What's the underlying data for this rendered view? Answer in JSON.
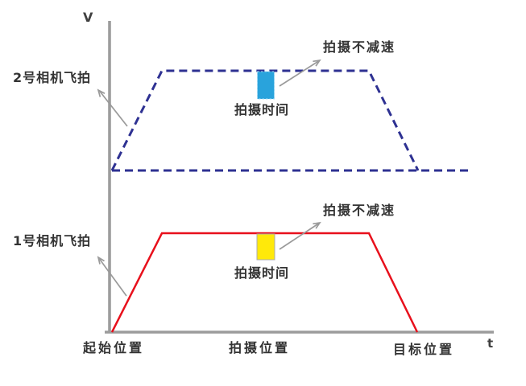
{
  "figure": {
    "v_axis_label": "V",
    "t_axis_label": "t",
    "start_position_label": "起始位置",
    "shoot_position_label": "拍摄位置",
    "target_position_label": "目标位置"
  },
  "camera2": {
    "label": "2号相机飞拍",
    "no_decel_label": "拍摄不减速",
    "shoot_time_label": "拍摄时间",
    "line_color": "#2E3192",
    "line_style": "dashed",
    "marker_color": "#29A3DC"
  },
  "camera1": {
    "label": "1号相机飞拍",
    "no_decel_label": "拍摄不减速",
    "shoot_time_label": "拍摄时间",
    "line_color": "#E8101C",
    "line_style": "solid",
    "marker_color": "#FFE90A"
  },
  "colors": {
    "axis": "#9C9C9C",
    "arrow": "#9A9A9A",
    "text": "#333333",
    "background": "#FFFFFF"
  }
}
